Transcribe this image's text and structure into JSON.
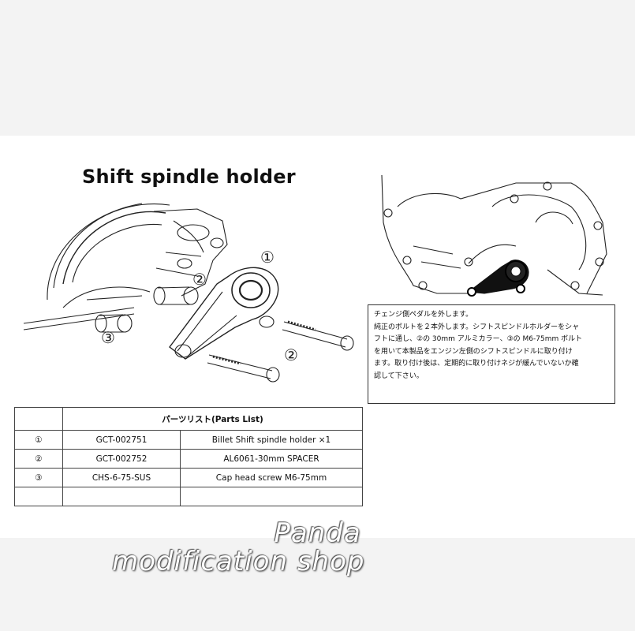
{
  "title": "Shift spindle holder",
  "callouts": {
    "c1": "①",
    "c2a": "②",
    "c2b": "②",
    "c3": "③"
  },
  "parts_list": {
    "header": "パーツリスト(Parts List)",
    "rows": [
      {
        "no": "①",
        "code": "GCT-002751",
        "desc": "Billet Shift spindle holder ×1"
      },
      {
        "no": "②",
        "code": "GCT-002752",
        "desc": "AL6061-30mm SPACER"
      },
      {
        "no": "③",
        "code": "CHS-6-75-SUS",
        "desc": "Cap head screw M6-75mm"
      },
      {
        "no": "",
        "code": "",
        "desc": ""
      }
    ]
  },
  "instructions": [
    "チェンジ側ペダルを外します。",
    "純正のボルトを２本外します。シフトスピンドルホルダーをシャ",
    "フトに通し、②の 30mm アルミカラー、③の M6-75mm ボルト",
    "を用いて本製品をエンジン左側のシフトスピンドルに取り付け",
    "ます。取り付け後は、定期的に取り付けネジが緩んでいないか確",
    "認して下さい。"
  ],
  "watermark": {
    "line1": "Panda",
    "line2": "modification shop"
  }
}
